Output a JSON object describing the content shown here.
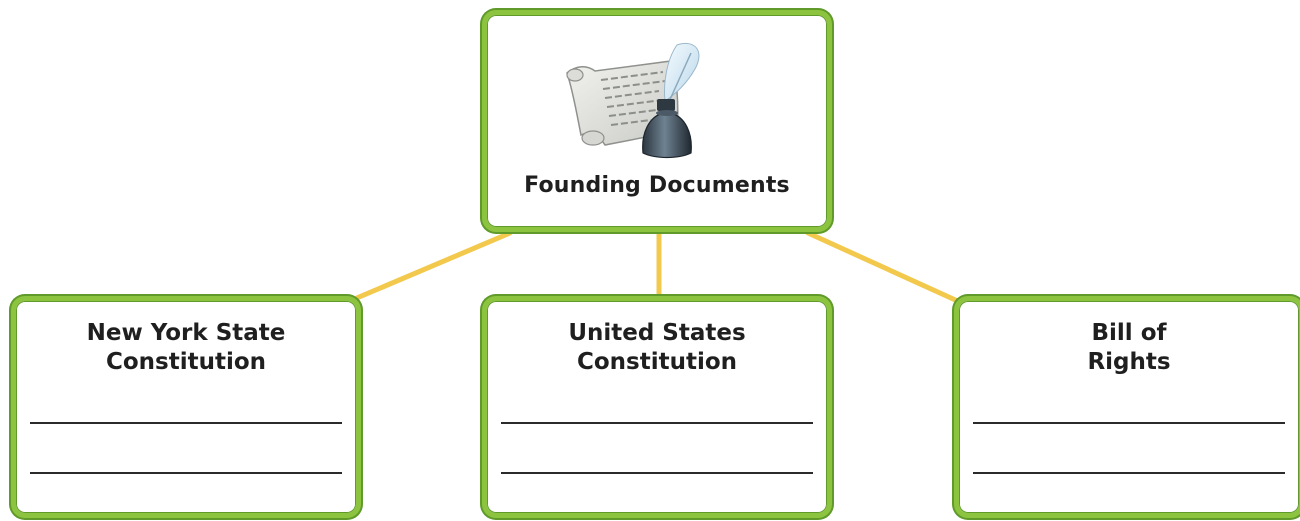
{
  "diagram": {
    "root": {
      "label": "Founding Documents",
      "icon": "scroll-and-quill-icon"
    },
    "children": [
      {
        "label": "New York State\nConstitution"
      },
      {
        "label": "United States\nConstitution"
      },
      {
        "label": "Bill of\nRights"
      }
    ]
  },
  "colors": {
    "box_border": "#8cc43f",
    "connector": "#f2c94c",
    "text": "#1f1f1f"
  }
}
